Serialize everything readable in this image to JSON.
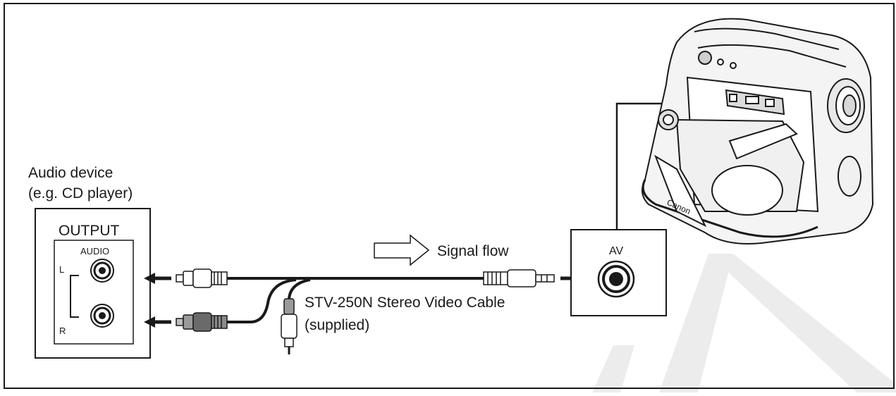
{
  "audio_device": {
    "title_line1": "Audio device",
    "title_line2": "(e.g. CD player)",
    "panel_label": "OUTPUT",
    "port_group_label": "AUDIO",
    "left_label": "L",
    "right_label": "R"
  },
  "signal": {
    "label": "Signal flow"
  },
  "cable": {
    "name": "STV-250N Stereo Video Cable",
    "note": "(supplied)"
  },
  "camcorder": {
    "jack_label": "AV",
    "brand_text": "Canon"
  },
  "colors": {
    "line": "#1a1a1a",
    "background": "#ffffff",
    "watermark": "#e6e6e6"
  }
}
